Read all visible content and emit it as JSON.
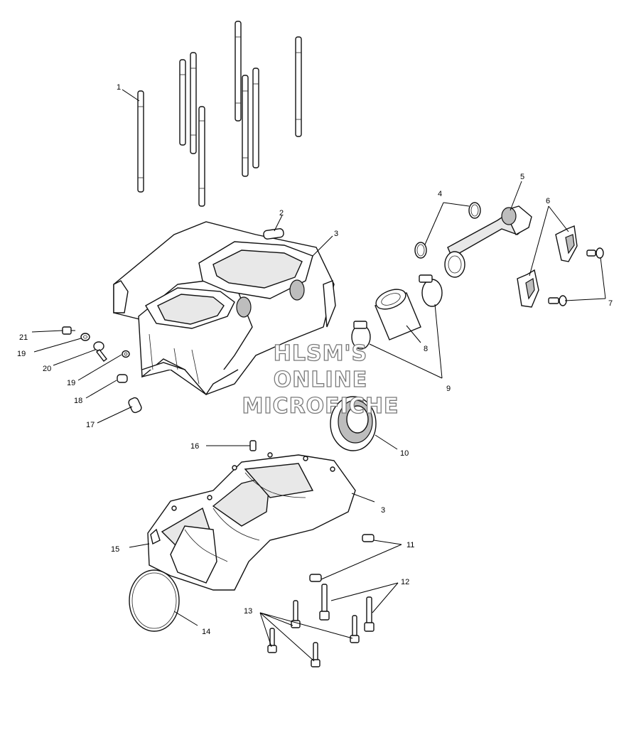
{
  "watermark": {
    "lines": [
      "HLSM'S",
      "ONLINE",
      "MICROFICHE"
    ]
  },
  "callouts": {
    "c1": "1",
    "c2": "2",
    "c3a": "3",
    "c3b": "3",
    "c4": "4",
    "c5": "5",
    "c6": "6",
    "c7": "7",
    "c8": "8",
    "c9": "9",
    "c10": "10",
    "c11": "11",
    "c12": "12",
    "c13": "13",
    "c14": "14",
    "c15": "15",
    "c16": "16",
    "c17": "17",
    "c18": "18",
    "c19a": "19",
    "c19b": "19",
    "c20": "20",
    "c21": "21"
  }
}
